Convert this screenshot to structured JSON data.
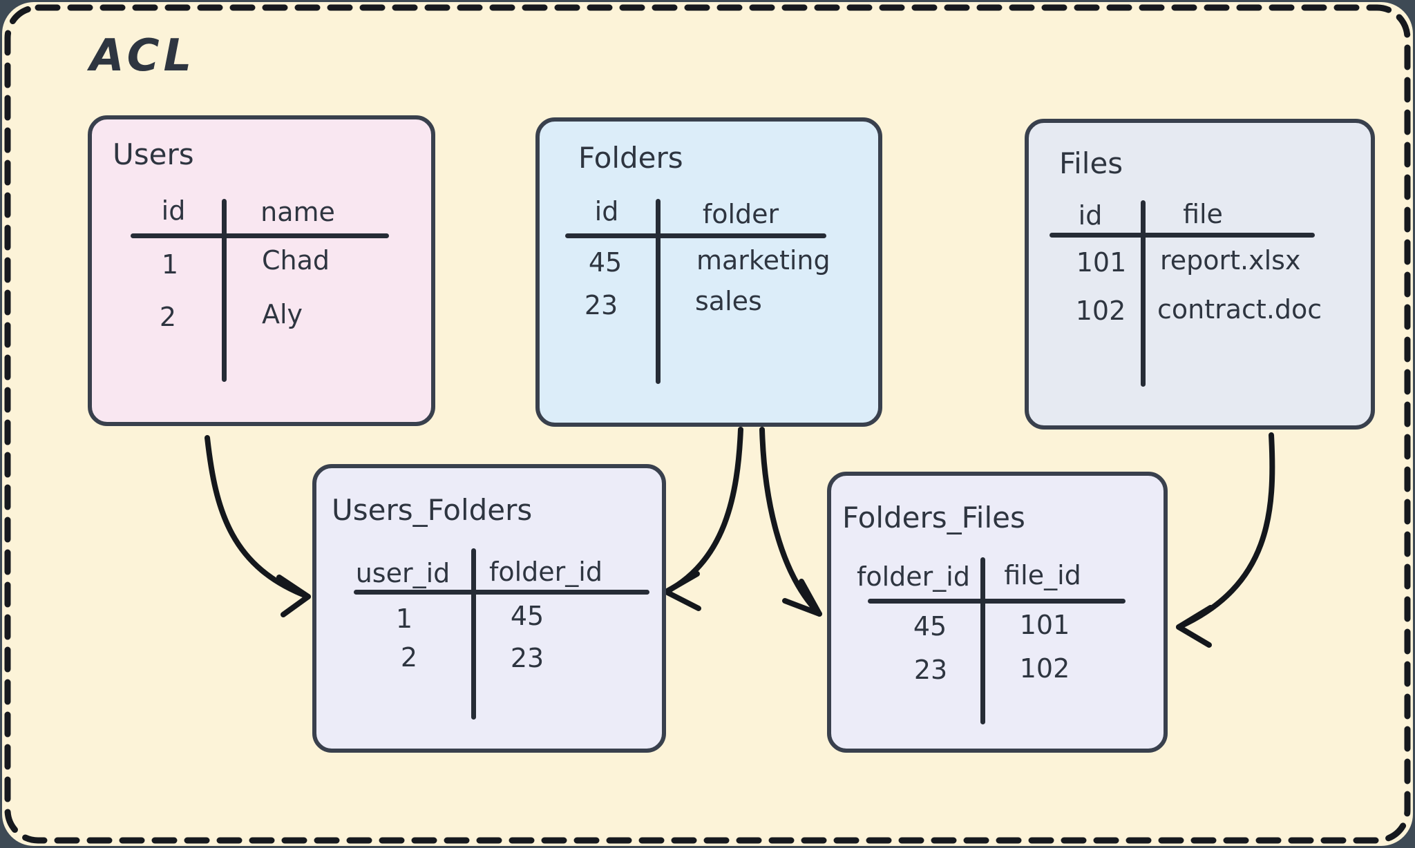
{
  "diagram": {
    "title": "ACL",
    "colors": {
      "backdrop": "#3E4A55",
      "canvas": "#FCF3D8",
      "box_stroke": "#39404D",
      "text": "#2E3540",
      "arrow": "#14171C",
      "users_fill": "#F9E7F1",
      "folders_fill": "#DCEDF9",
      "files_fill": "#E6EAF2",
      "junction_fill": "#ECECF8"
    },
    "tables": [
      {
        "title": "Users",
        "columns": [
          "id",
          "name"
        ],
        "rows": [
          [
            "1",
            "Chad"
          ],
          [
            "2",
            "Aly"
          ]
        ]
      },
      {
        "title": "Folders",
        "columns": [
          "id",
          "folder"
        ],
        "rows": [
          [
            "45",
            "marketing"
          ],
          [
            "23",
            "sales"
          ]
        ]
      },
      {
        "title": "Files",
        "columns": [
          "id",
          "file"
        ],
        "rows": [
          [
            "101",
            "report.xlsx"
          ],
          [
            "102",
            "contract.doc"
          ]
        ]
      },
      {
        "title": "Users_Folders",
        "columns": [
          "user_id",
          "folder_id"
        ],
        "rows": [
          [
            "1",
            "45"
          ],
          [
            "2",
            "23"
          ]
        ]
      },
      {
        "title": "Folders_Files",
        "columns": [
          "folder_id",
          "file_id"
        ],
        "rows": [
          [
            "45",
            "101"
          ],
          [
            "23",
            "102"
          ]
        ]
      }
    ],
    "relations": [
      {
        "from": "Users",
        "to": "Users_Folders"
      },
      {
        "from": "Folders",
        "to": "Users_Folders"
      },
      {
        "from": "Folders",
        "to": "Folders_Files"
      },
      {
        "from": "Files",
        "to": "Folders_Files"
      }
    ]
  }
}
